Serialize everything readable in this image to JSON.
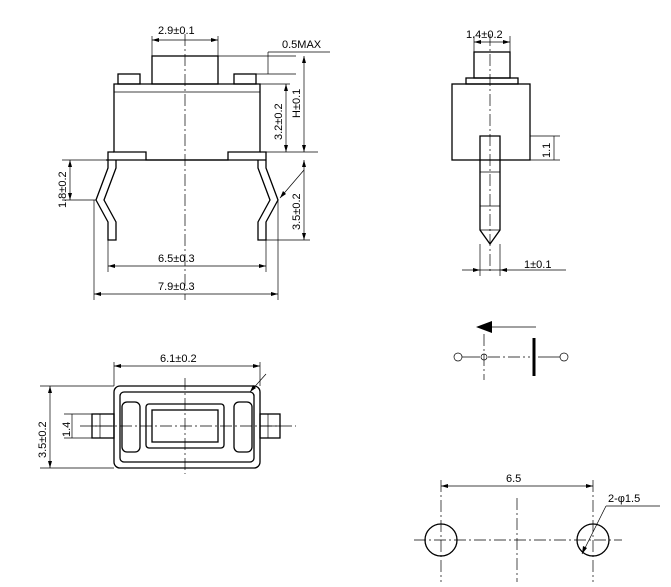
{
  "dimensions": {
    "cap_width": "2.9±0.1",
    "cap_height_max": "0.5MAX",
    "body_height": "3.2±0.2",
    "total_height": "H±0.1",
    "lead_offset": "1.8±0.2",
    "lead_length": "3.5±0.2",
    "lead_inner_span": "6.5±0.3",
    "lead_outer_span": "7.9±0.3",
    "side_cap_width": "1.4±0.2",
    "side_dim_small": "1.1",
    "side_lead_thickness": "1±0.1",
    "top_length": "6.1±0.2",
    "top_width": "3.5±0.2",
    "top_inner": "1.4",
    "pcb_pitch": "6.5",
    "pcb_holes": "2-φ1.5"
  }
}
